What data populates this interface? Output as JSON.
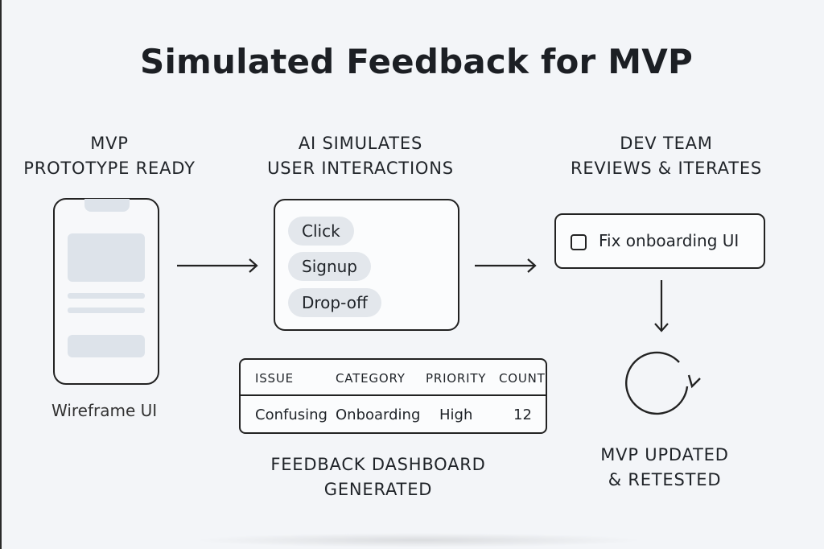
{
  "title": "Simulated Feedback for MVP",
  "stages": {
    "mvp": {
      "line1": "MVP",
      "line2": "PROTOTYPE READY",
      "caption": "Wireframe UI"
    },
    "ai": {
      "line1": "AI SIMULATES",
      "line2": "USER INTERACTIONS",
      "interactions": [
        "Click",
        "Signup",
        "Drop-off"
      ]
    },
    "dev": {
      "line1": "DEV TEAM",
      "line2": "REVIEWS & ITERATES",
      "task": "Fix onboarding UI"
    },
    "dashboard": {
      "line1": "FEEDBACK DASHBOARD",
      "line2": "GENERATED",
      "columns": [
        "ISSUE",
        "CATEGORY",
        "PRIORITY",
        "COUNT"
      ],
      "row": [
        "Confusing",
        "Onboarding",
        "High",
        "12"
      ]
    },
    "updated": {
      "line1": "MVP UPDATED",
      "line2": "& RETESTED"
    }
  },
  "icons": {
    "phone": "phone-wireframe-icon",
    "checkbox": "checkbox-icon",
    "cycle": "refresh-cycle-icon"
  },
  "colors": {
    "background": "#f3f5f8",
    "stroke": "#222222",
    "pill": "#e3e7ec",
    "placeholder": "#dde3ea"
  }
}
